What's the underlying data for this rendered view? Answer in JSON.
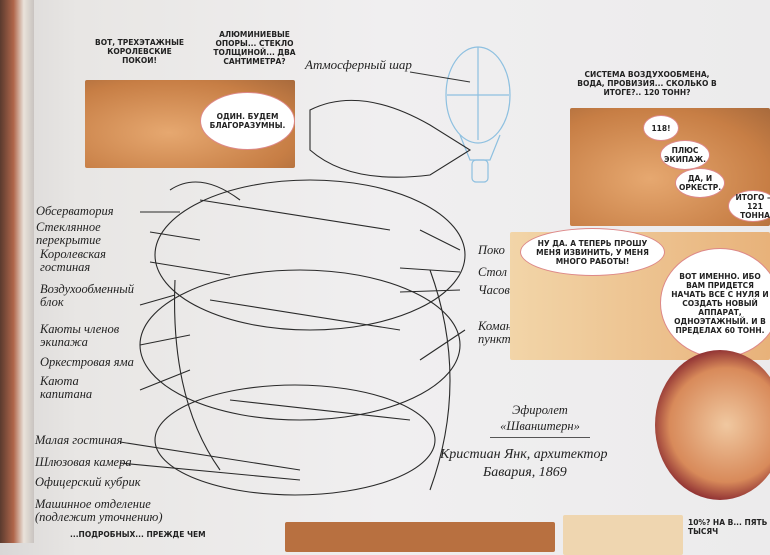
{
  "comic_top_left": {
    "speech_1": "Вот, трехэтажные королевские покои!",
    "speech_2": "Алюминиевые опоры... стекло толщиной... два сантиметра?",
    "speech_3": "Один. Будем благоразумны."
  },
  "comic_top_right": {
    "caption": "Система воздухообмена, вода, провизия... сколько в итоге?.. 120 тонн?",
    "speech_1": "118!",
    "speech_2": "Плюс экипаж.",
    "speech_3": "Да, и оркестр.",
    "speech_4": "Итого — 121 тонна"
  },
  "comic_middle_right": {
    "speech_1": "Ну да. А теперь прошу меня извинить, у меня много работы!",
    "speech_2": "Вот именно. Ибо вам придется начать все с нуля и создать новый аппарат, одноэтажный. И в пределах 60 тонн."
  },
  "comic_bottom": {
    "partial_left": "...подробных... прежде чем",
    "partial_right": "10%? На в... пять тысяч"
  },
  "diagram": {
    "balloon_label": "Атмосферный шар",
    "left_labels": [
      "Обсерватория",
      "Стеклянное перекрытие",
      "Королевская гостиная",
      "Воздухообменный блок",
      "Каюты членов экипажа",
      "Оркестровая яма",
      "Каюта капитана",
      "Малая гостиная",
      "Шлюзовая камера",
      "Офицерский кубрик",
      "Машинное отделение (подлежит уточнению)"
    ],
    "right_labels": [
      "Поко",
      "Стол",
      "Часов",
      "Коман пункт"
    ],
    "title_line1": "Эфиролет",
    "title_line2": "«Шванштерн»",
    "author": "Кристиан Янк, архитектор",
    "place_year": "Бавария, 1869"
  }
}
